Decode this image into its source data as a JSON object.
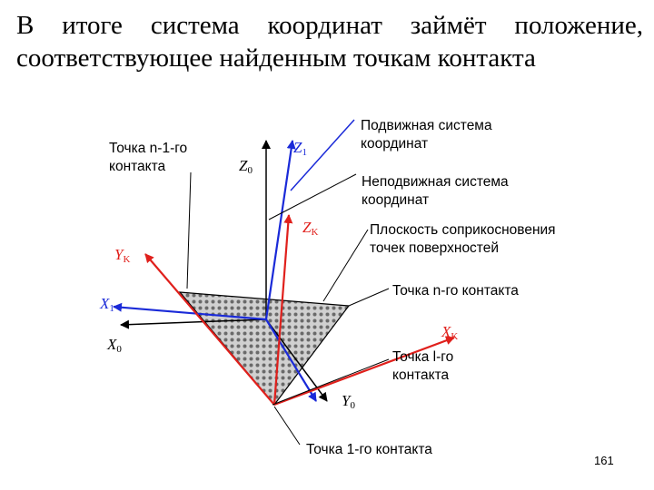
{
  "title": {
    "line1": "В итоге система координат займёт положение,",
    "line2": "соответствующее найденным точкам контакта"
  },
  "labels": {
    "point_n1_line1": "Точка n-1-го",
    "point_n1_line2": "контакта",
    "moving_line1": "Подвижная система",
    "moving_line2": "координат",
    "fixed_line1": "Неподвижная система",
    "fixed_line2": "координат",
    "plane_line1": "Плоскость соприкосновения",
    "plane_line2": "точек поверхностей",
    "point_n": "Точка n-го контакта",
    "point_l_line1": "Точка l-го",
    "point_l_line2": "контакта",
    "point_1": "Точка 1-го контакта"
  },
  "axes": {
    "z1": {
      "letter": "Z",
      "sub": "1"
    },
    "z0": {
      "letter": "Z",
      "sub": "0"
    },
    "zk": {
      "letter": "Z",
      "sub": "K"
    },
    "yk": {
      "letter": "Y",
      "sub": "K"
    },
    "x1": {
      "letter": "X",
      "sub": "1"
    },
    "x0": {
      "letter": "X",
      "sub": "0"
    },
    "xk": {
      "letter": "X",
      "sub": "K"
    },
    "y0": {
      "letter": "Y",
      "sub": "0"
    }
  },
  "colors": {
    "red_axis": "#e0201c",
    "blue_axis": "#1a2ad8",
    "black": "#000000"
  },
  "page_number": "161"
}
